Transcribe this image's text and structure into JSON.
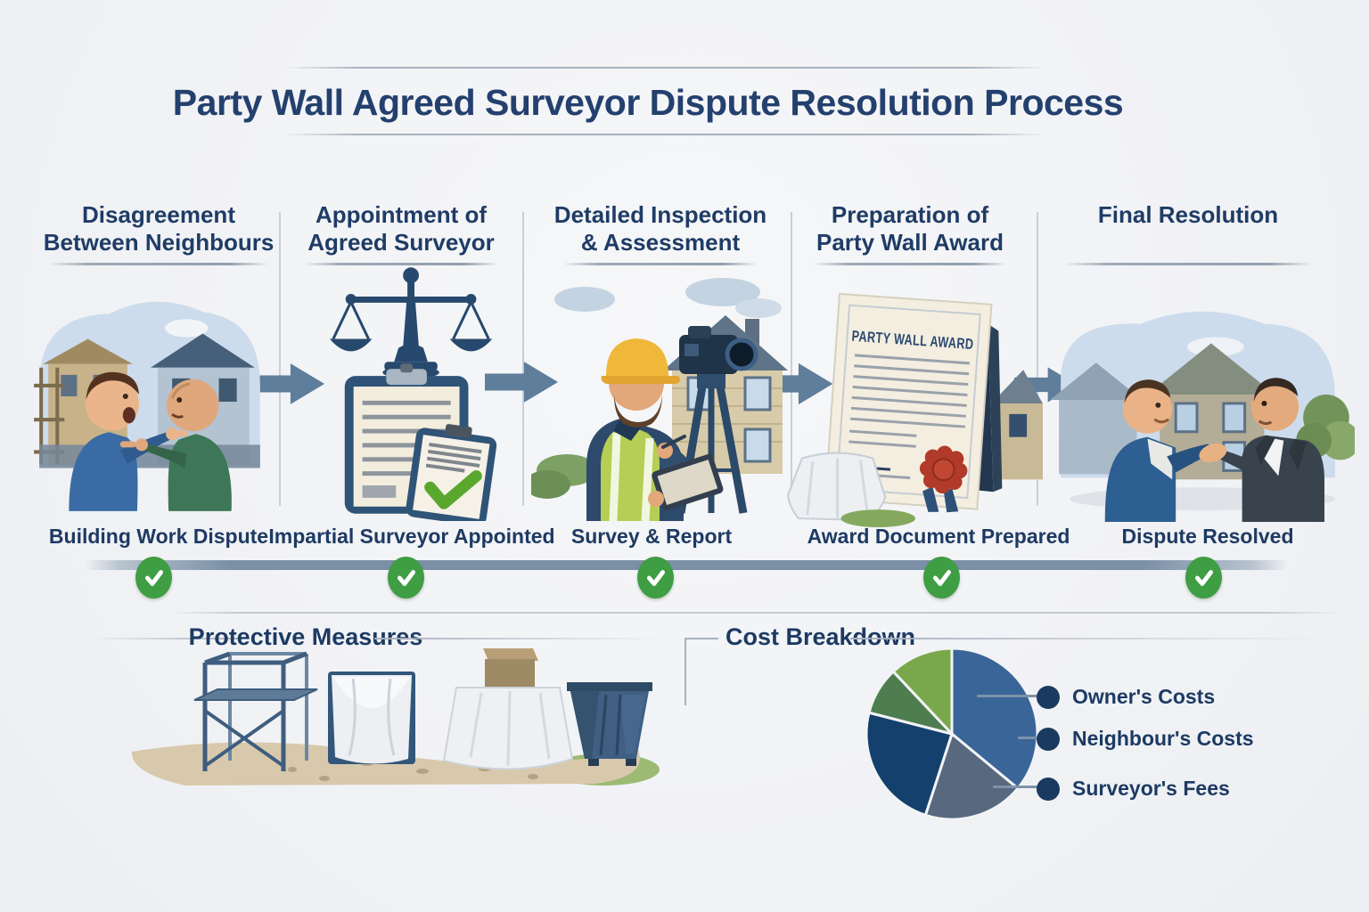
{
  "page": {
    "title": "Party Wall Agreed Surveyor Dispute Resolution Process"
  },
  "stages": [
    {
      "line1": "Disagreement",
      "line2": "Between Neighbours",
      "status": "Building Work Dispute",
      "illustration": "two-neighbours-arguing"
    },
    {
      "line1": "Appointment of",
      "line2": "Agreed Surveyor",
      "status": "Impartial Surveyor Appointed",
      "illustration": "scales-of-justice-and-appointment-clipboards"
    },
    {
      "line1": "Detailed Inspection",
      "line2": "& Assessment",
      "status": "Survey & Report",
      "illustration": "surveyor-with-survey-camera"
    },
    {
      "line1": "Preparation of",
      "line2": "Party Wall Award",
      "status": "Award Document Prepared",
      "illustration": "party-wall-award-document-with-seal"
    },
    {
      "line1": "Final Resolution",
      "line2": "",
      "status": "Dispute Resolved",
      "illustration": "neighbours-shaking-hands"
    }
  ],
  "award_document": {
    "title": "PARTY WALL AWARD"
  },
  "bottom_sections": {
    "protective": {
      "heading": "Protective Measures",
      "icons": [
        "scaffolding",
        "sheeted-frame",
        "dust-sheet-covered-table",
        "builders-skip"
      ]
    },
    "cost": {
      "heading": "Cost Breakdown"
    }
  },
  "chart_data": {
    "type": "pie",
    "title": "Cost Breakdown",
    "direction": "clockwise",
    "start_angle_deg": 0,
    "slices": [
      {
        "label": "Owner's Costs",
        "percent": 36,
        "color": "#3a6598"
      },
      {
        "label": "Surveyor's Fees",
        "percent": 19,
        "color": "#57687f"
      },
      {
        "label": "Neighbour's Costs",
        "percent": 24,
        "color": "#14406d"
      },
      {
        "label": "",
        "percent": 9,
        "color": "#4e7e50"
      },
      {
        "label": "",
        "percent": 12,
        "color": "#79a84b"
      }
    ],
    "legend": [
      {
        "label": "Owner's Costs"
      },
      {
        "label": "Neighbour's Costs"
      },
      {
        "label": "Surveyor's Fees"
      }
    ],
    "legend_position": "right",
    "legend_dot_color": "#1b3a5f"
  },
  "colors": {
    "heading_navy": "#1f3c66",
    "check_green": "#3f9d43",
    "timeline_bar": "#7b90a6",
    "arrow": "#5e7e9b",
    "background": "#f2f3f5"
  }
}
